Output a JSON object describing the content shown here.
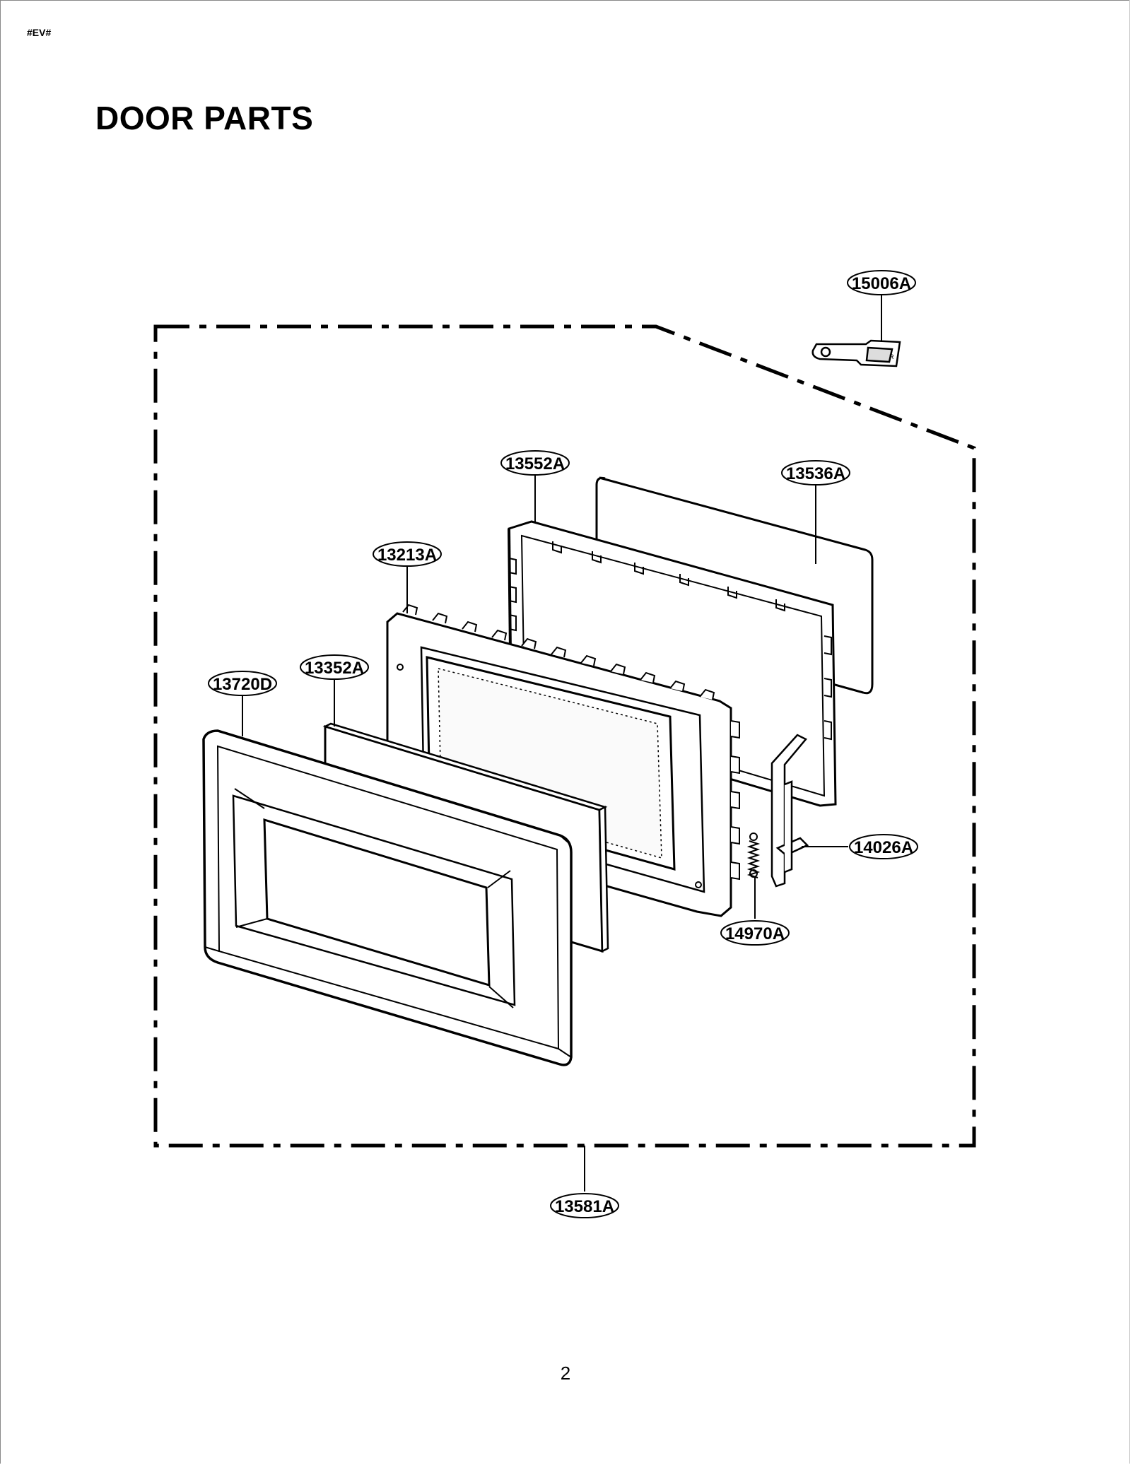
{
  "header": {
    "doc_code": "#EV#",
    "title": "DOOR PARTS"
  },
  "footer": {
    "page_number": "2"
  },
  "parts": {
    "p15006A": "15006A",
    "p13552A": "13552A",
    "p13536A": "13536A",
    "p13213A": "13213A",
    "p13352A": "13352A",
    "p13720D": "13720D",
    "p14026A": "14026A",
    "p14970A": "14970A",
    "p13581A": "13581A"
  },
  "colors": {
    "ink": "#000000",
    "paper": "#ffffff"
  }
}
